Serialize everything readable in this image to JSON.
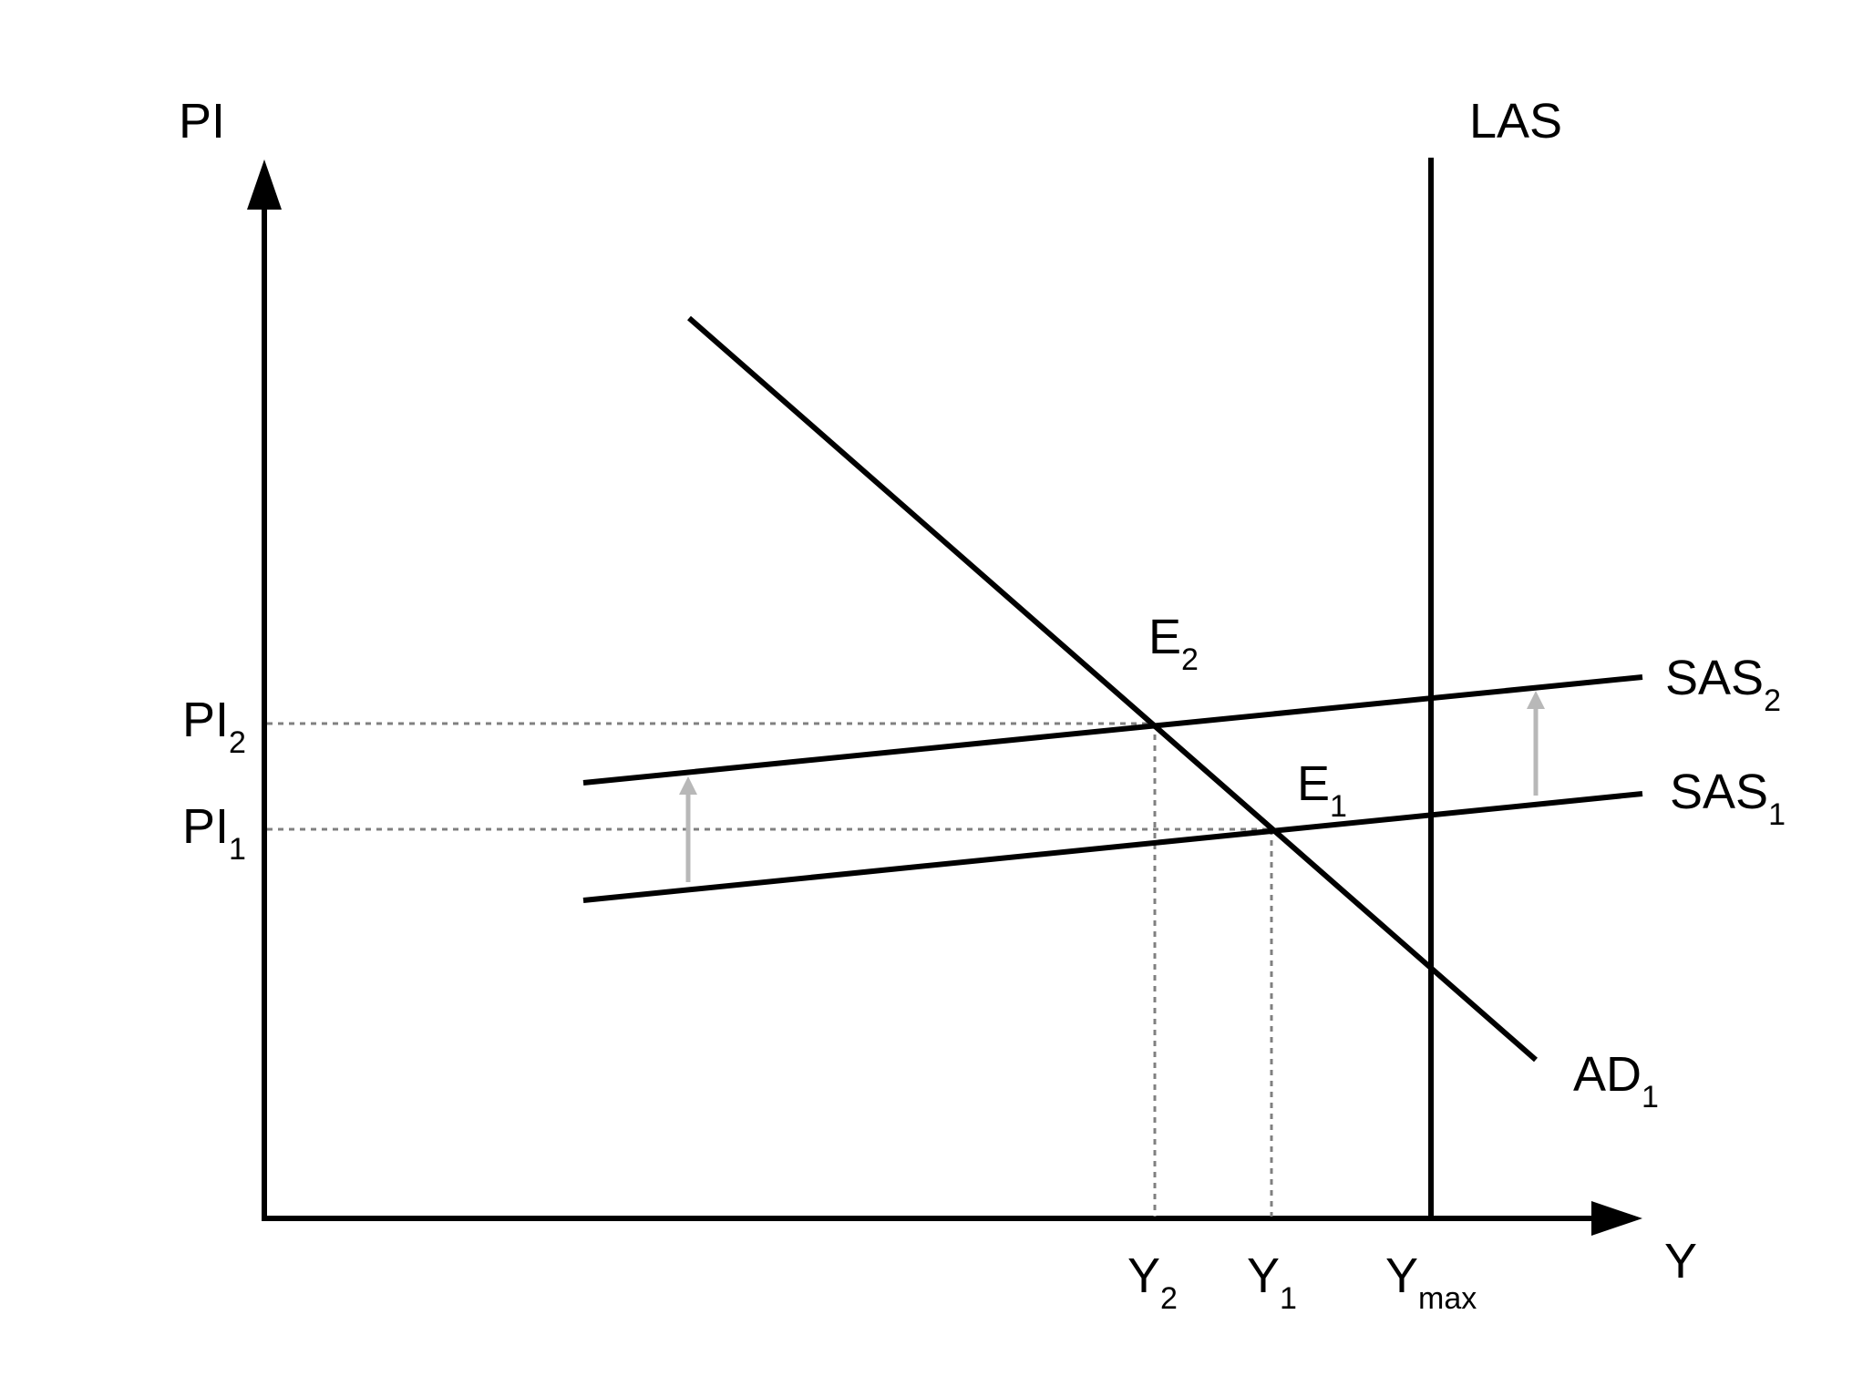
{
  "axes": {
    "y_label": "PI",
    "x_label": "Y"
  },
  "curves": {
    "las": {
      "label": "LAS"
    },
    "ad": {
      "label": "AD",
      "subscript": "1"
    },
    "sas1": {
      "label": "SAS",
      "subscript": "1"
    },
    "sas2": {
      "label": "SAS",
      "subscript": "2"
    }
  },
  "points": {
    "e1": {
      "label": "E",
      "subscript": "1"
    },
    "e2": {
      "label": "E",
      "subscript": "2"
    }
  },
  "ticks": {
    "pi1": {
      "label": "PI",
      "subscript": "1"
    },
    "pi2": {
      "label": "PI",
      "subscript": "2"
    },
    "y1": {
      "label": "Y",
      "subscript": "1"
    },
    "y2": {
      "label": "Y",
      "subscript": "2"
    },
    "ymax": {
      "label": "Y",
      "subscript": "max"
    }
  },
  "colors": {
    "line": "#000000",
    "guide": "#808080",
    "shift_arrow": "#b8b8b8"
  }
}
